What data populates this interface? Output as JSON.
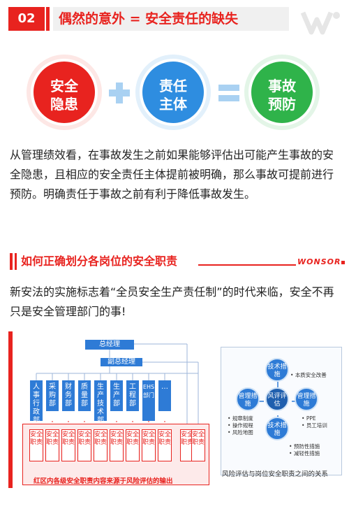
{
  "header": {
    "number": "02",
    "title": "偶然的意外 = 安全责任的缺失"
  },
  "equation": {
    "term1": [
      "安全",
      "隐患"
    ],
    "term2": [
      "责任",
      "主体"
    ],
    "result": [
      "事故",
      "预防"
    ],
    "colors": {
      "term1": "#e8231f",
      "term2": "#2e8de0",
      "result": "#2fb34a"
    }
  },
  "paragraph1": "从管理绩效看，在事故发生之前如果能够评估出可能产生事故的安全隐患，且相应的安全责任主体提前被明确，那么事故可提前进行预防。明确责任于事故之前有利于降低事故发生。",
  "section2": {
    "title": "如何正确划分各岗位的安全职责",
    "brand": "WONSOR"
  },
  "paragraph2": "新安法的实施标志着“全员安全生产责任制”的时代来临，安全不再只是安全管理部门的事!",
  "org": {
    "top": "总经理",
    "deputy": "副总经理",
    "departments": [
      "人事行政部",
      "采购部",
      "财务部",
      "质量部",
      "生产技术部",
      "生产部",
      "工程部",
      "EHS部门",
      "…"
    ],
    "responsibility_label": "安全职责",
    "caption": "红区内各级安全职责内容来源于风险评估的输出"
  },
  "risk": {
    "center": "风评评估",
    "top": "技术措施",
    "left": "管理措施",
    "right": "管理措施",
    "bottom": "技术措施",
    "note_top": "本质安全改善",
    "notes_left": [
      "规章制度",
      "操作规程",
      "风险地图"
    ],
    "notes_right": [
      "PPE",
      "员工培训"
    ],
    "notes_bottom": [
      "预防性措施",
      "减轻性措施"
    ],
    "caption": "风险评估与岗位安全职责之间的关系"
  }
}
